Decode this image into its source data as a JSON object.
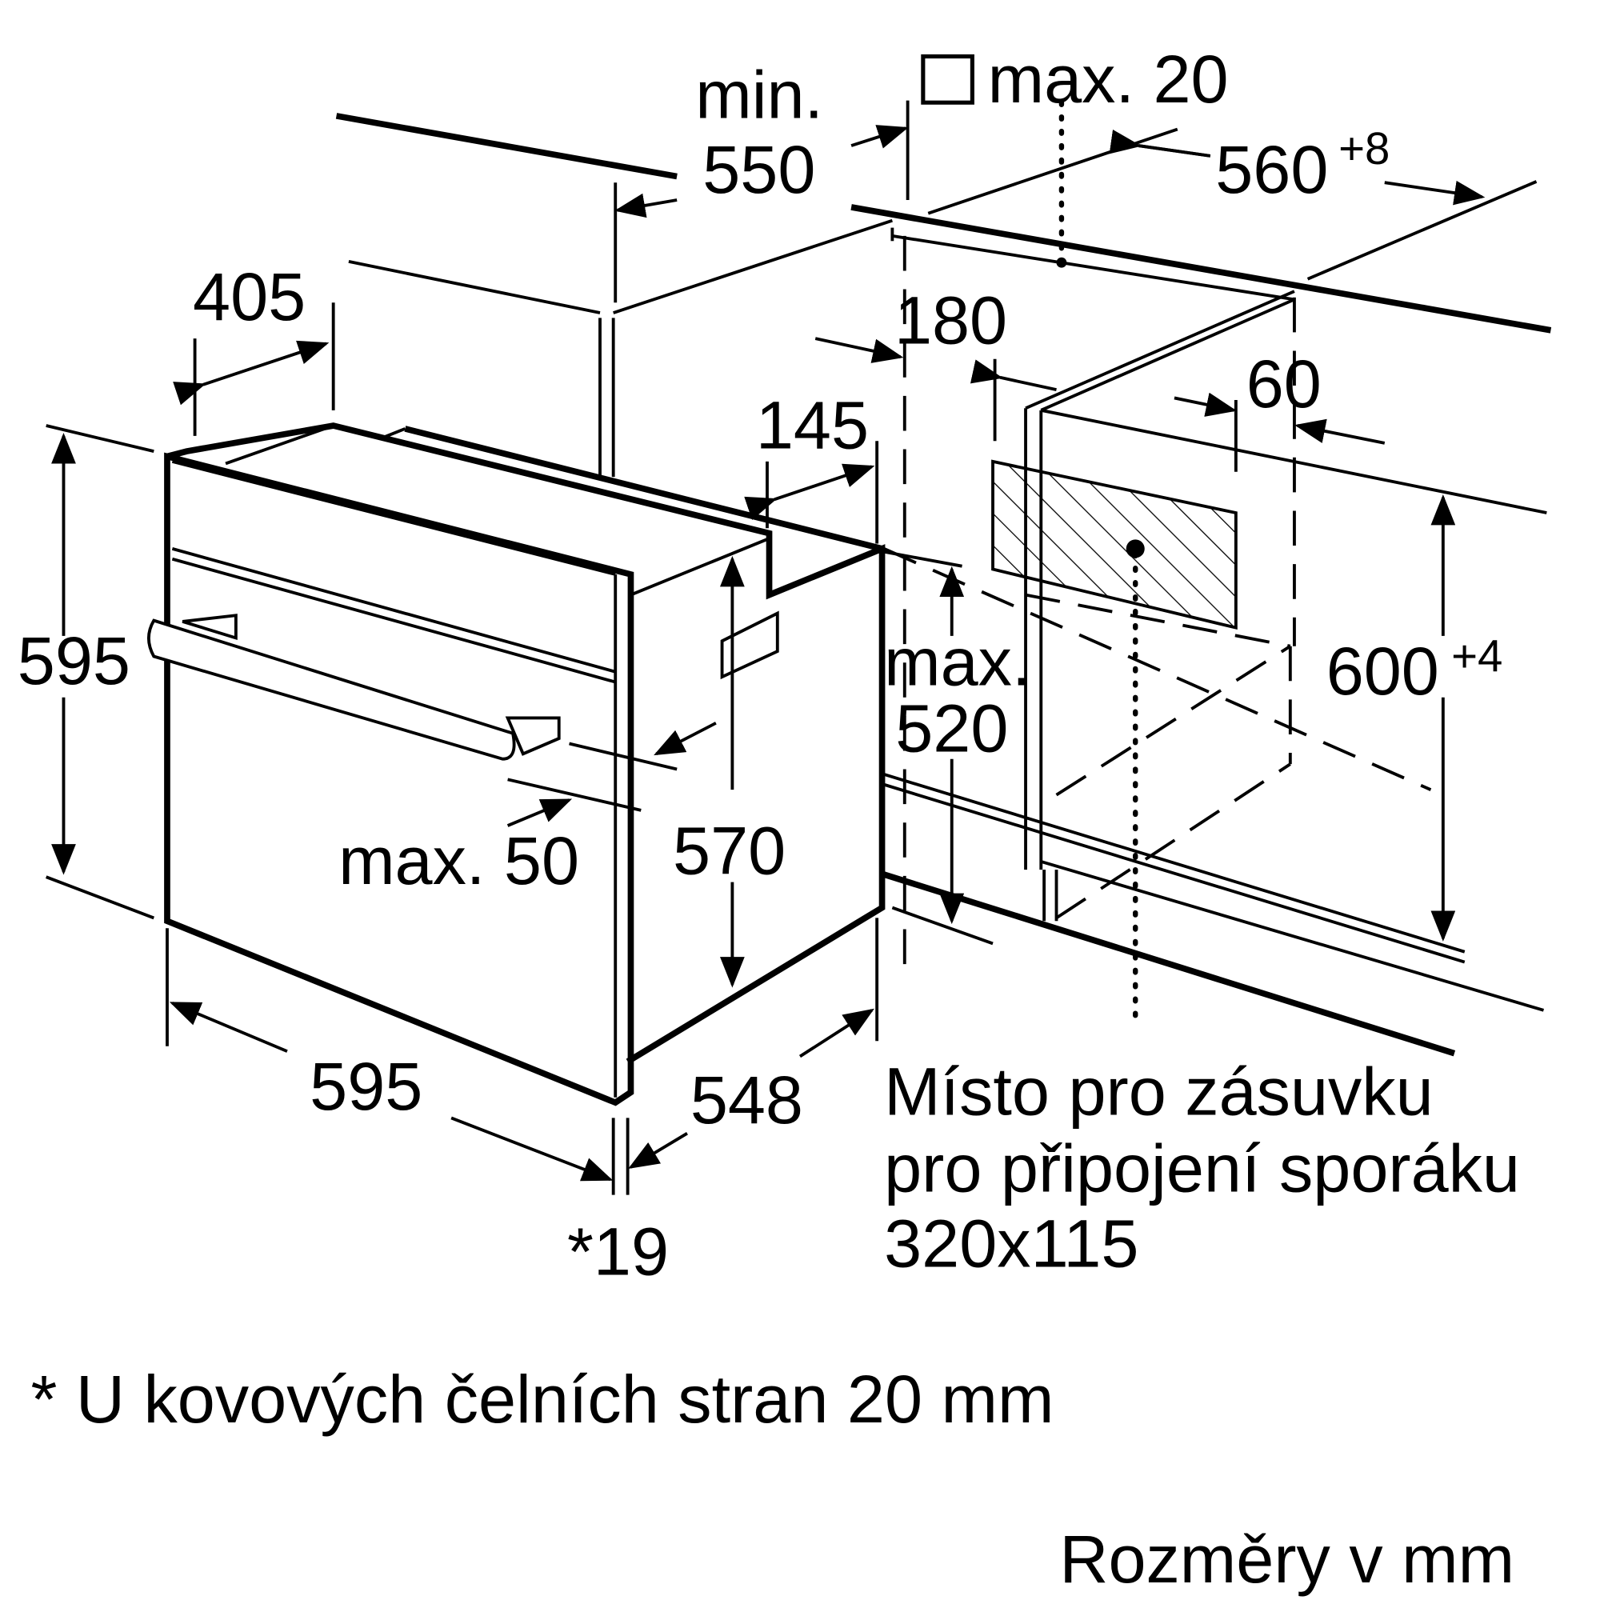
{
  "dimensions": {
    "min_550_label": "min.",
    "min_550_value": "550",
    "max_20": "max. 20",
    "d560": "560",
    "d560_tol": "+8",
    "d405": "405",
    "d180": "180",
    "d145": "145",
    "d60": "60",
    "d595_height": "595",
    "d600": "600",
    "d600_tol": "+4",
    "max_520_label": "max.",
    "max_520_value": "520",
    "d570": "570",
    "max_50": "max. 50",
    "d595_width": "595",
    "d548": "548",
    "d19": "*19"
  },
  "socket_note": {
    "line1": "Místo pro zásuvku",
    "line2": "pro připojení sporáku",
    "line3": "320x115"
  },
  "footnote": "* U kovových čelních stran 20 mm",
  "units_note": "Rozměry v mm"
}
